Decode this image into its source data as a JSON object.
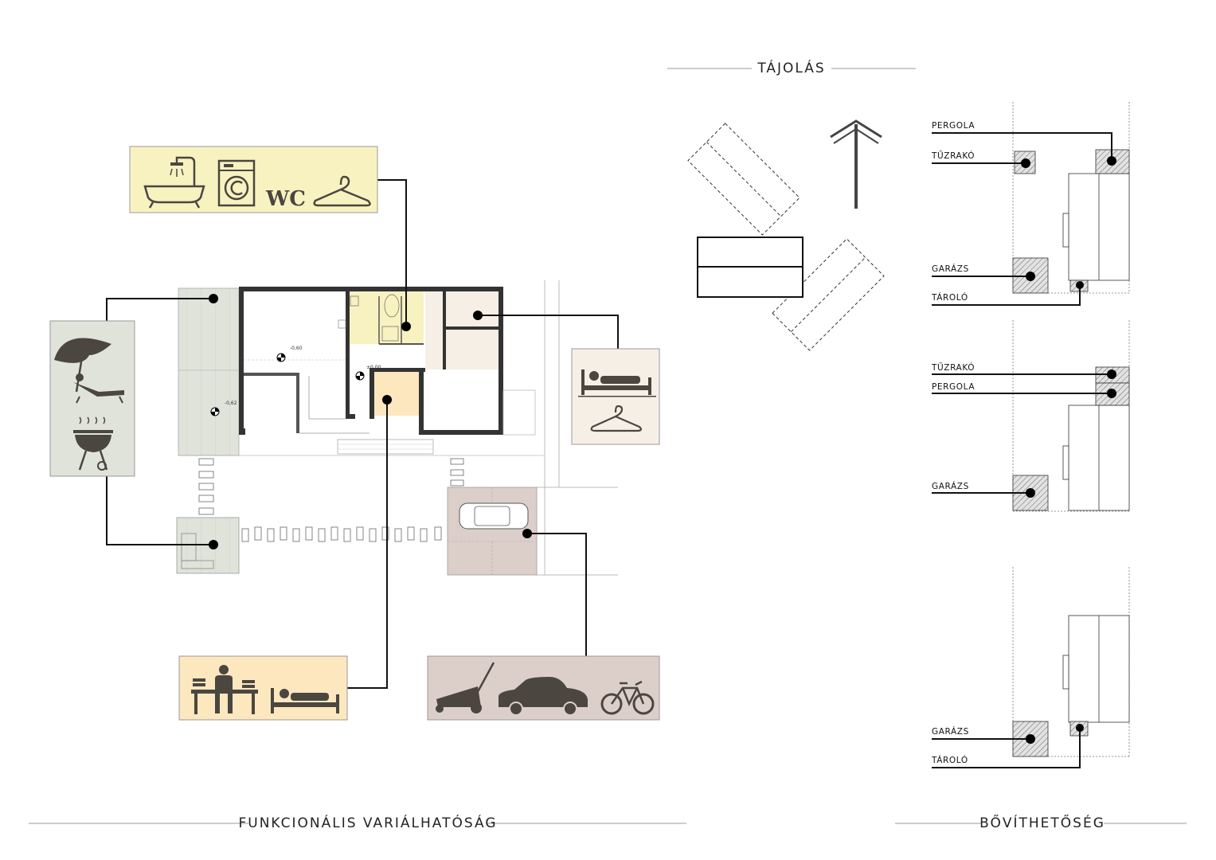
{
  "sections": {
    "orientation": "TÁJOLÁS",
    "functional": "FUNKCIONÁLIS VARIÁLHATÓSÁG",
    "extension": "BŐVÍTHETŐSÉG"
  },
  "plan": {
    "levels": [
      "-0,60",
      "-0,62",
      "±0,00"
    ]
  },
  "function_boxes": {
    "wet": {
      "icons": [
        "bathtub-icon",
        "washing-machine-icon",
        "wc-icon",
        "hanger-icon"
      ],
      "wc_text": "WC",
      "color": "#f8f2c1"
    },
    "outdoor": {
      "icons": [
        "beach-umbrella-lounger-icon",
        "barbecue-grill-icon"
      ],
      "color": "#dfe3da"
    },
    "bedroom": {
      "icons": [
        "bed-icon",
        "hanger-icon"
      ],
      "color": "#f6efe6"
    },
    "office": {
      "icons": [
        "desk-worker-icon",
        "bed-icon"
      ],
      "color": "#fde7bf"
    },
    "garage": {
      "icons": [
        "lawn-mower-icon",
        "car-icon",
        "bicycle-icon"
      ],
      "color": "#dccfca"
    }
  },
  "extension_variants": [
    {
      "labels": [
        "PERGOLA",
        "TŰZRAKÓ",
        "GARÁZS",
        "TÁROLÓ"
      ]
    },
    {
      "labels": [
        "TŰZRAKÓ",
        "PERGOLA",
        "GARÁZS"
      ]
    },
    {
      "labels": [
        "GARÁZS",
        "TÁROLÓ"
      ]
    }
  ]
}
